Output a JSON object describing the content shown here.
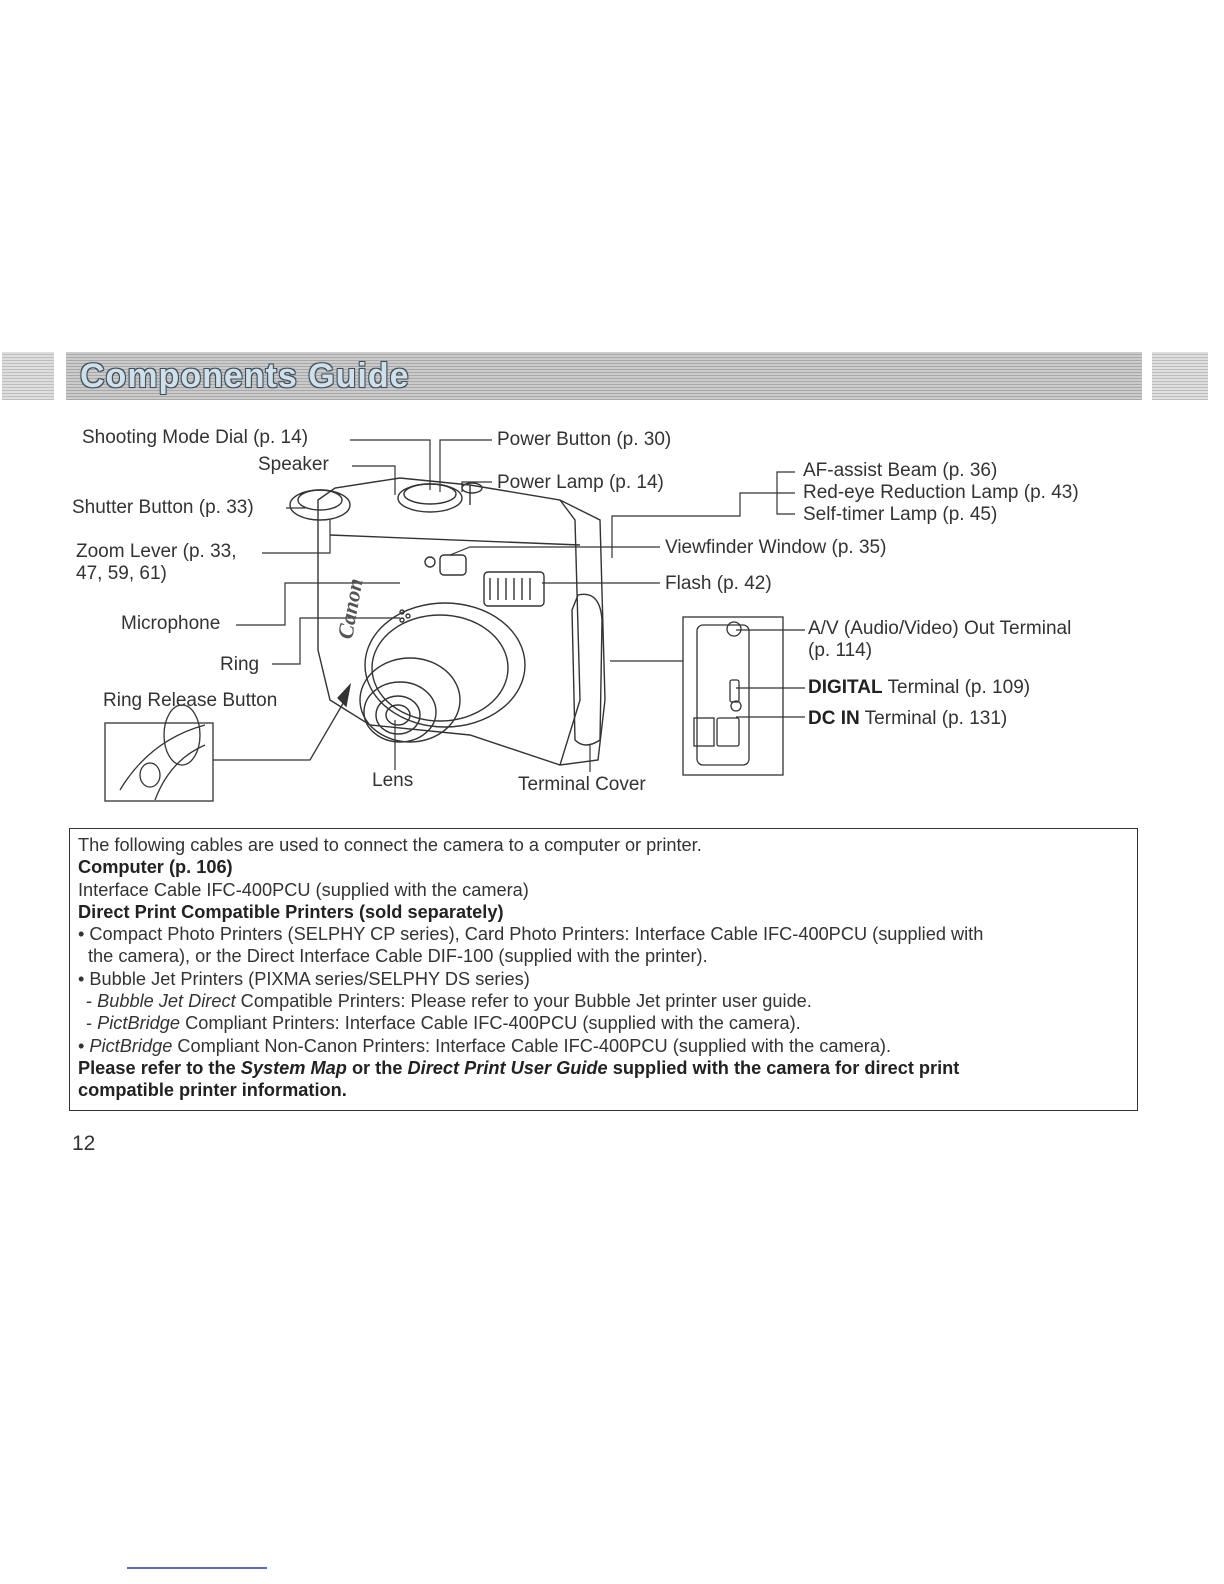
{
  "header": {
    "title": "Components Guide"
  },
  "labels": {
    "shooting_mode_dial": "Shooting Mode Dial (p. 14)",
    "speaker": "Speaker",
    "shutter_button": "Shutter Button (p. 33)",
    "zoom_lever_1": "Zoom Lever (p. 33,",
    "zoom_lever_2": "47, 59, 61)",
    "microphone": "Microphone",
    "ring": "Ring",
    "ring_release_button": "Ring Release Button",
    "lens": "Lens",
    "terminal_cover": "Terminal Cover",
    "power_button": "Power Button (p. 30)",
    "power_lamp": "Power Lamp (p. 14)",
    "af_assist_beam": "AF-assist Beam (p. 36)",
    "red_eye_lamp": "Red-eye Reduction Lamp (p. 43)",
    "self_timer_lamp": "Self-timer Lamp (p. 45)",
    "viewfinder_window": "Viewfinder Window (p. 35)",
    "flash": "Flash (p. 42)",
    "av_out_1": "A/V (Audio/Video) Out Terminal",
    "av_out_2": "(p. 114)",
    "digital_bold": "DIGITAL",
    "digital_rest": " Terminal (p. 109)",
    "dcin_bold": "DC IN",
    "dcin_rest": " Terminal (p. 131)",
    "camera_brand": "Canon"
  },
  "info": {
    "intro": "The following cables are used to connect the camera to a computer or printer.",
    "computer_heading": "Computer (p. 106)",
    "computer_cable": "Interface Cable IFC-400PCU (supplied with the camera)",
    "direct_heading": "Direct Print Compatible Printers (sold separately)",
    "compact_1": "• Compact Photo Printers (SELPHY CP series), Card Photo Printers: Interface Cable IFC-400PCU (supplied with",
    "compact_2": "the camera), or the Direct Interface Cable DIF-100 (supplied with the printer).",
    "bubble": "• Bubble Jet Printers (PIXMA series/SELPHY DS series)",
    "bjd_prefix": "- ",
    "bjd_italic": "Bubble Jet Direct",
    "bjd_rest": " Compatible Printers: Please refer to your Bubble Jet printer user guide.",
    "pb_prefix": "- ",
    "pb_italic": "PictBridge",
    "pb_rest": " Compliant Printers: Interface Cable IFC-400PCU (supplied with the camera).",
    "pbn_prefix": "• ",
    "pbn_italic": "PictBridge",
    "pbn_rest": " Compliant Non-Canon Printers: Interface Cable IFC-400PCU (supplied with the camera).",
    "note_a": "Please refer to the ",
    "note_b": "System Map",
    "note_c": " or the ",
    "note_d": "Direct Print User Guide",
    "note_e": " supplied with the camera for direct print",
    "note_f": "compatible printer information."
  },
  "page_number": "12"
}
